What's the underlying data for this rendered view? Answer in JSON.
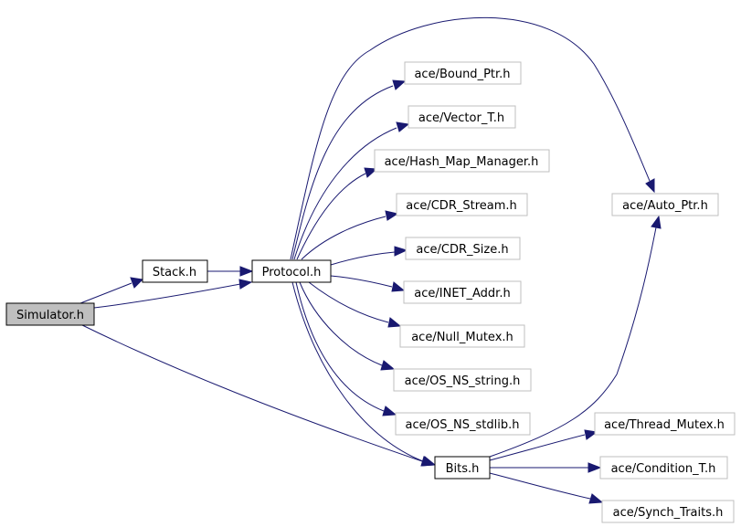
{
  "diagram": {
    "colors": {
      "edge": "#191970",
      "main_node_fill": "#bfbfbf",
      "external_node_border": "#bfbfbf",
      "internal_node_border": "#000000"
    },
    "nodes": {
      "simulator": "Simulator.h",
      "stack": "Stack.h",
      "protocol": "Protocol.h",
      "bits": "Bits.h",
      "bound_ptr": "ace/Bound_Ptr.h",
      "vector_t": "ace/Vector_T.h",
      "hash_map_manager": "ace/Hash_Map_Manager.h",
      "cdr_stream": "ace/CDR_Stream.h",
      "cdr_size": "ace/CDR_Size.h",
      "inet_addr": "ace/INET_Addr.h",
      "null_mutex": "ace/Null_Mutex.h",
      "os_ns_string": "ace/OS_NS_string.h",
      "os_ns_stdlib": "ace/OS_NS_stdlib.h",
      "auto_ptr": "ace/Auto_Ptr.h",
      "thread_mutex": "ace/Thread_Mutex.h",
      "condition_t": "ace/Condition_T.h",
      "synch_traits": "ace/Synch_Traits.h"
    }
  }
}
